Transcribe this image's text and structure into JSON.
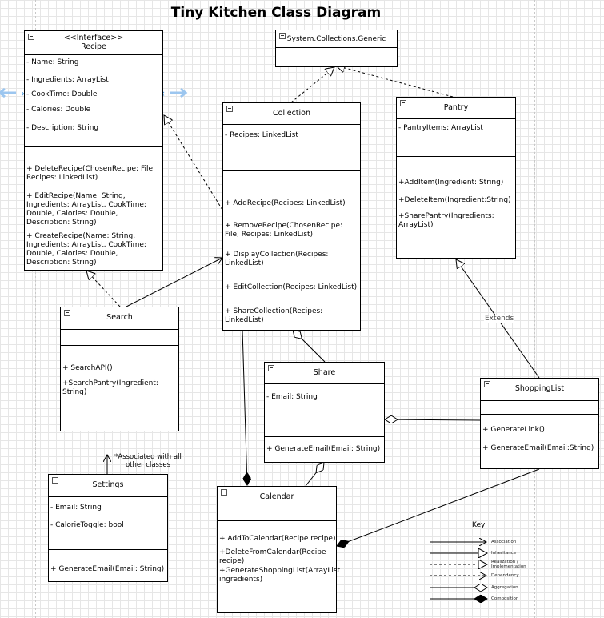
{
  "diagram": {
    "title": "Tiny Kitchen Class Diagram"
  },
  "classes": {
    "recipe": {
      "stereotype": "<<Interface>>",
      "name": "Recipe",
      "attributes": [
        "- Name: String",
        "- Ingredients: ArrayList",
        "- CookTime: Double",
        "- Calories: Double",
        "- Description: String"
      ],
      "methods": [
        "+ DeleteRecipe(ChosenRecipe: File,\nRecipes: LinkedList)",
        "+ EditRecipe(Name: String,\nIngredients: ArrayList, CookTime:\nDouble, Calories: Double,\nDescription: String)",
        "+ CreateRecipe(Name: String,\nIngredients: ArrayList, CookTime:\nDouble, Calories: Double,\nDescription: String)"
      ]
    },
    "generic": {
      "name": "System.Collections.Generic"
    },
    "collection": {
      "name": "Collection",
      "attributes": [
        "- Recipes: LinkedList"
      ],
      "methods": [
        "+ AddRecipe(Recipes: LinkedList)",
        "+ RemoveRecipe(ChosenRecipe:\nFile, Recipes: LinkedList)",
        "+ DisplayCollection(Recipes:\nLinkedList)",
        "+ EditCollection(Recipes: LinkedList)",
        "+ ShareCollection(Recipes:\nLinkedList)"
      ]
    },
    "pantry": {
      "name": "Pantry",
      "attributes": [
        "- PantryItems: ArrayList"
      ],
      "methods": [
        "+AddItem(Ingredient: String)",
        "+DeleteItem(Ingredient:String)",
        "+SharePantry(Ingredients:\nArrayList)"
      ]
    },
    "search": {
      "name": "Search",
      "attributes": [],
      "methods": [
        "+ SearchAPI()",
        "+SearchPantry(Ingredient:\nString)"
      ]
    },
    "share": {
      "name": "Share",
      "attributes": [
        "- Email: String"
      ],
      "methods": [
        "+ GenerateEmail(Email: String)"
      ]
    },
    "shopping": {
      "name": "ShoppingList",
      "attributes": [],
      "methods": [
        "+ GenerateLink()",
        "+ GenerateEmail(Email:String)"
      ]
    },
    "settings": {
      "name": "Settings",
      "attributes": [
        "- Email: String",
        "- CalorieToggle: bool"
      ],
      "methods": [
        "+ GenerateEmail(Email: String)"
      ]
    },
    "calendar": {
      "name": "Calendar",
      "attributes": [],
      "methods": [
        "+ AddToCalendar(Recipe recipe)",
        "+DeleteFromCalendar(Recipe\nrecipe)",
        "+GenerateShoppingList(ArrayList\ningredients)"
      ]
    }
  },
  "notes": {
    "associated": "*Associated with all\nother classes",
    "extends": "Extends"
  },
  "key": {
    "title": "Key",
    "items": [
      "Association",
      "Inheritance",
      "Realization /\nImplementation",
      "Dependency",
      "Aggregation",
      "Composition"
    ]
  }
}
